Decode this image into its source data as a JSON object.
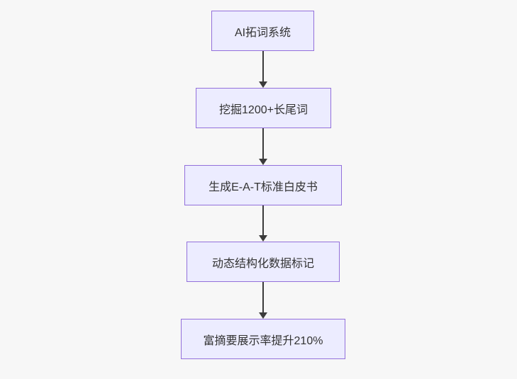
{
  "page": {
    "background": "#f7f7f7"
  },
  "flowchart": {
    "type": "flowchart",
    "direction": "top-down",
    "colors": {
      "node_fill": "#ECECFF",
      "node_border": "#9370DB",
      "text": "#333333",
      "arrow": "#3b3b3b"
    },
    "nodes": [
      {
        "id": "n1",
        "label": "AI拓词系统"
      },
      {
        "id": "n2",
        "label": "挖掘1200+长尾词"
      },
      {
        "id": "n3",
        "label": "生成E-A-T标准白皮书"
      },
      {
        "id": "n4",
        "label": "动态结构化数据标记"
      },
      {
        "id": "n5",
        "label": "富摘要展示率提升210%"
      }
    ],
    "edges": [
      {
        "from": "n1",
        "to": "n2"
      },
      {
        "from": "n2",
        "to": "n3"
      },
      {
        "from": "n3",
        "to": "n4"
      },
      {
        "from": "n4",
        "to": "n5"
      }
    ]
  }
}
